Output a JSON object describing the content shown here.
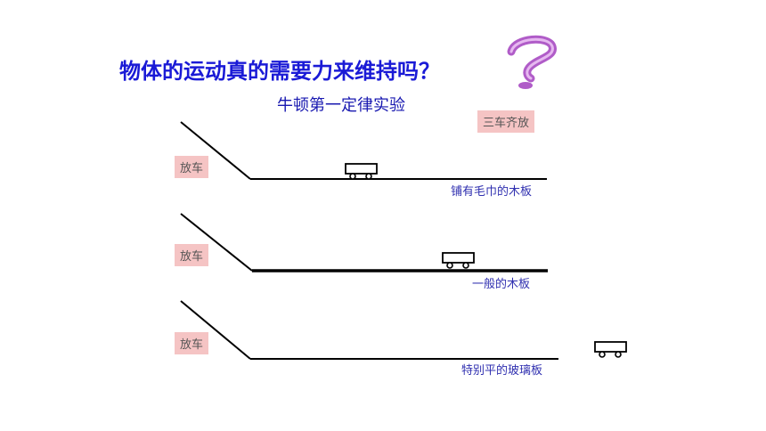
{
  "slide": {
    "title": "物体的运动真的需要力来维持吗？",
    "subtitle": "牛顿第一定律实验",
    "all_release_label": "三车齐放"
  },
  "lanes": [
    {
      "release_label": "放车",
      "surface_label": "铺有毛巾的木板"
    },
    {
      "release_label": "放车",
      "surface_label": "一般的木板"
    },
    {
      "release_label": "放车",
      "surface_label": "特别平的玻璃板"
    }
  ],
  "colors": {
    "title": "#1a1ad6",
    "button_bg": "#f5c4c4",
    "label": "#3030b0",
    "question_mark": "#b05cc8"
  }
}
